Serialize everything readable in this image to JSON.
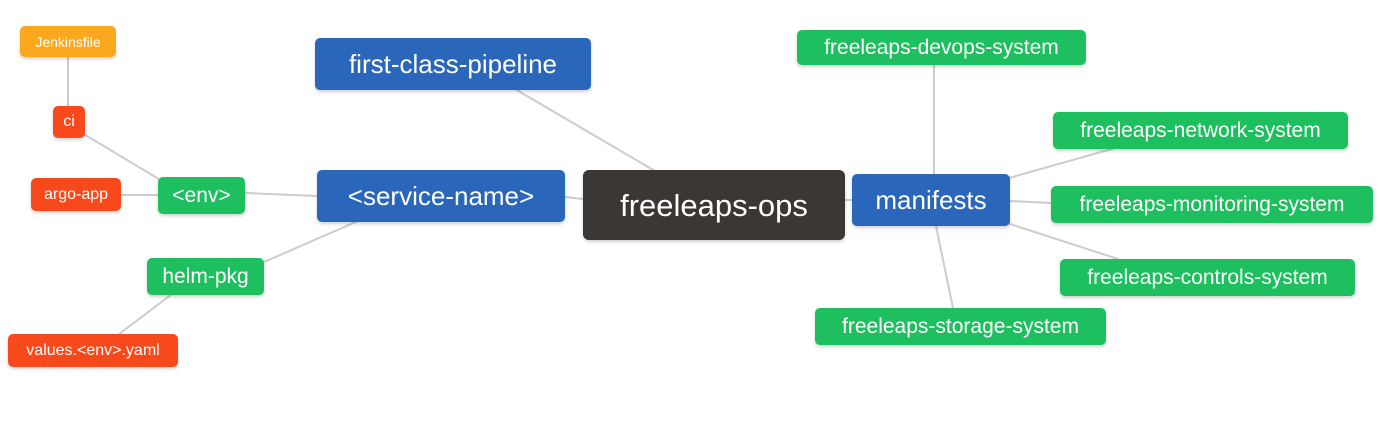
{
  "diagram": {
    "root": {
      "label": "freeleaps-ops"
    },
    "nodes": {
      "jenkinsfile": {
        "label": "Jenkinsfile"
      },
      "ci": {
        "label": "ci"
      },
      "argo_app": {
        "label": "argo-app"
      },
      "env": {
        "label": "<env>"
      },
      "helm_pkg": {
        "label": "helm-pkg"
      },
      "values_yaml": {
        "label": "values.<env>.yaml"
      },
      "first_class_pipeline": {
        "label": "first-class-pipeline"
      },
      "service_name": {
        "label": "<service-name>"
      },
      "manifests": {
        "label": "manifests"
      },
      "devops_system": {
        "label": "freeleaps-devops-system"
      },
      "network_system": {
        "label": "freeleaps-network-system"
      },
      "monitoring_system": {
        "label": "freeleaps-monitoring-system"
      },
      "controls_system": {
        "label": "freeleaps-controls-system"
      },
      "storage_system": {
        "label": "freeleaps-storage-system"
      }
    },
    "edges": [
      {
        "from": "jenkinsfile",
        "to": "ci"
      },
      {
        "from": "ci",
        "to": "env"
      },
      {
        "from": "argo_app",
        "to": "env"
      },
      {
        "from": "env",
        "to": "service_name"
      },
      {
        "from": "helm_pkg",
        "to": "service_name"
      },
      {
        "from": "values_yaml",
        "to": "helm_pkg"
      },
      {
        "from": "first_class_pipeline",
        "to": "root"
      },
      {
        "from": "service_name",
        "to": "root"
      },
      {
        "from": "manifests",
        "to": "root"
      },
      {
        "from": "devops_system",
        "to": "manifests"
      },
      {
        "from": "network_system",
        "to": "manifests"
      },
      {
        "from": "monitoring_system",
        "to": "manifests"
      },
      {
        "from": "controls_system",
        "to": "manifests"
      },
      {
        "from": "storage_system",
        "to": "manifests"
      }
    ],
    "palette": {
      "root_bg": "#3b3735",
      "branch_bg": "#2a66ba",
      "green_bg": "#1ebf5e",
      "red_bg": "#f8491c",
      "orange_bg": "#fba81e",
      "text": "#ffffff",
      "edge": "#cccccc",
      "background": "#ffffff"
    }
  }
}
